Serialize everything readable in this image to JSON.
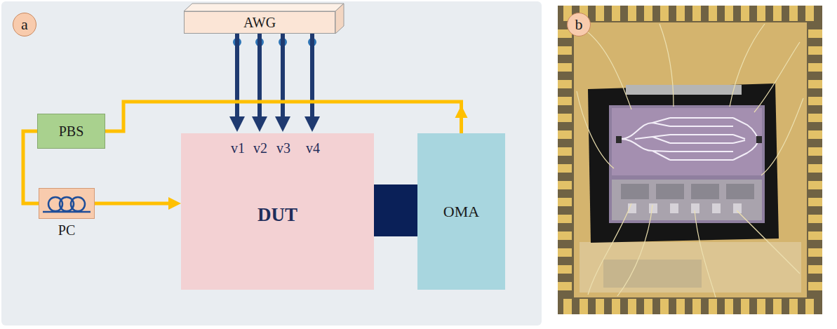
{
  "diagram": {
    "nodes": [
      {
        "text": [
          "AWG"
        ]
      },
      {
        "text": [
          "PBS"
        ]
      },
      {
        "text": [
          "PC"
        ]
      },
      {
        "text": [
          "v1",
          "v2",
          "v3",
          "v4",
          "DUT"
        ]
      },
      {
        "text": [
          "OMA"
        ]
      }
    ],
    "edges": [
      {
        "from": 0,
        "to": 3,
        "arrow": "to"
      },
      {
        "from": 0,
        "to": 3,
        "arrow": "to"
      },
      {
        "from": 0,
        "to": 3,
        "arrow": "to"
      },
      {
        "from": 0,
        "to": 3,
        "arrow": "to"
      },
      {
        "from": 1,
        "to": 2,
        "arrow": "none"
      },
      {
        "from": 2,
        "to": 3,
        "arrow": "to"
      },
      {
        "from": 3,
        "to": 4,
        "arrow": "none"
      },
      {
        "from": 4,
        "to": 1,
        "arrow": "to"
      }
    ],
    "labels": [
      "a",
      "b"
    ]
  }
}
